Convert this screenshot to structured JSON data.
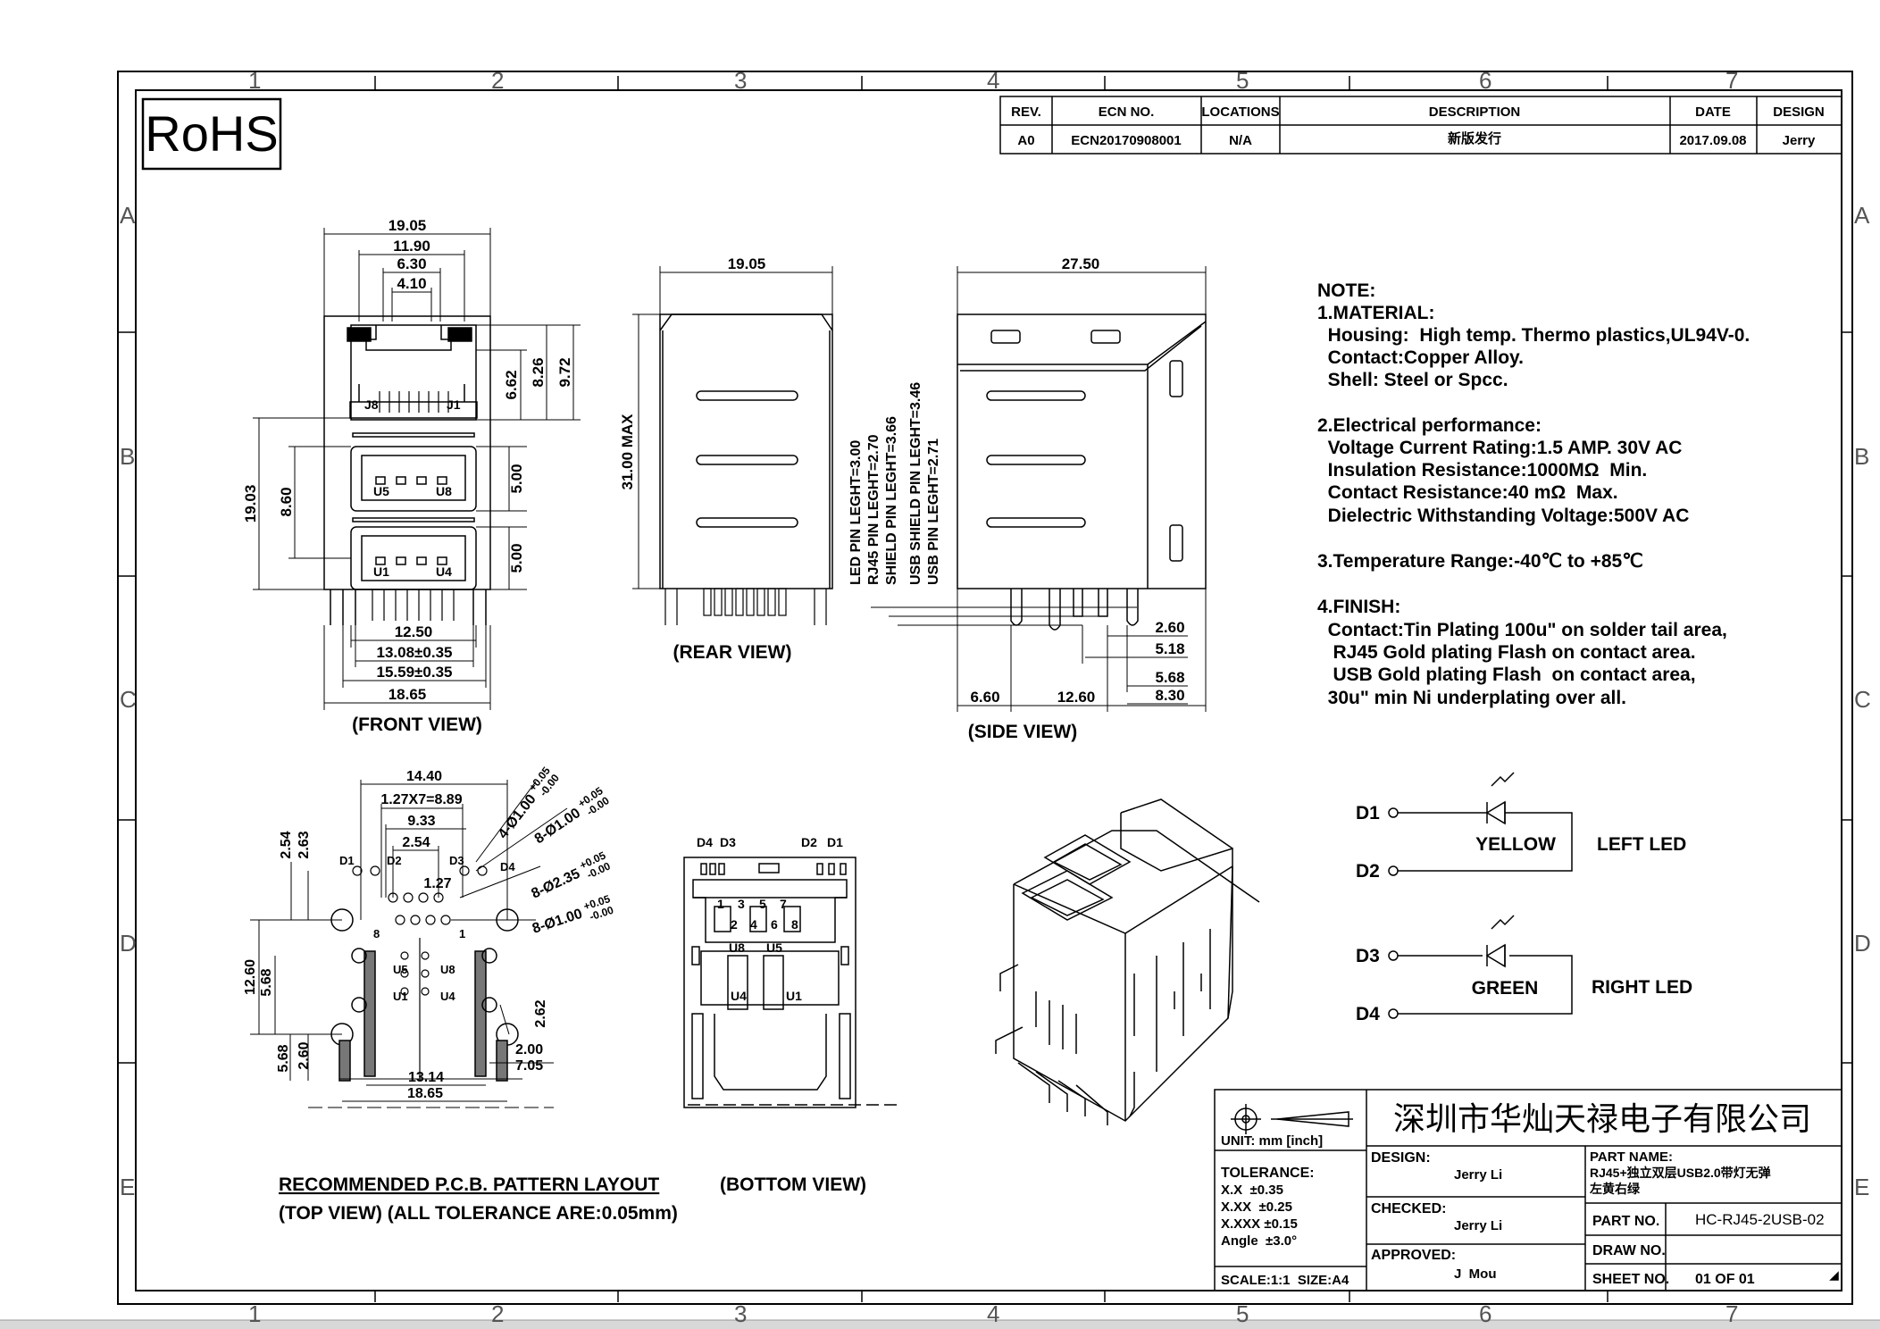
{
  "rohs": "RoHS",
  "zones": {
    "columns": [
      "1",
      "2",
      "3",
      "4",
      "5",
      "6",
      "7"
    ],
    "rows": [
      "A",
      "B",
      "C",
      "D",
      "E"
    ]
  },
  "revision_block": {
    "headers": {
      "rev": "REV.",
      "ecn": "ECN NO.",
      "locations": "LOCATIONS",
      "description": "DESCRIPTION",
      "date": "DATE",
      "design": "DESIGN"
    },
    "row": {
      "rev": "A0",
      "ecn": "ECN20170908001",
      "locations": "N/A",
      "description": "新版发行",
      "date": "2017.09.08",
      "design": "Jerry"
    }
  },
  "front_view": {
    "title": "(FRONT VIEW)",
    "dims": {
      "w1905": "19.05",
      "w1190": "11.90",
      "w630": "6.30",
      "w410": "4.10",
      "v662": "6.62",
      "v826": "8.26",
      "v972": "9.72",
      "v1903": "19.03",
      "v860": "8.60",
      "v500a": "5.00",
      "v500b": "5.00",
      "w1250": "12.50",
      "w1308": "13.08±0.35",
      "w1559": "15.59±0.35",
      "w1865": "18.65"
    },
    "labels": {
      "j8": "J8",
      "j1": "J1",
      "u5": "U5",
      "u8": "U8",
      "u1": "U1",
      "u4": "U4"
    }
  },
  "rear_view": {
    "title": "(REAR VIEW)",
    "dims": {
      "w1905": "19.05",
      "h3100": "31.00 MAX"
    }
  },
  "side_view": {
    "title": "(SIDE  VIEW)",
    "dims": {
      "w2750": "27.50",
      "d260": "2.60",
      "d518": "5.18",
      "d568": "5.68",
      "d830": "8.30",
      "d660": "6.60",
      "d1260": "12.60"
    },
    "pin_lengths": [
      "LED PIN LEGHT=3.00",
      "RJ45 PIN LEGHT=2.70",
      "SHIELD PIN LEGHT=3.66",
      "USB SHIELD PIN LEGHT=3.46",
      "USB PIN LEGHT=2.71"
    ]
  },
  "notes": {
    "title": "NOTE:",
    "lines": [
      "1.MATERIAL:",
      "  Housing:  High temp. Thermo plastics,UL94V-0.",
      "  Contact:Copper Alloy.",
      "  Shell: Steel or Spcc.",
      "",
      "2.Electrical performance:",
      "  Voltage Current Rating:1.5 AMP. 30V AC",
      "  Insulation Resistance:1000MΩ  Min.",
      "  Contact Resistance:40 mΩ  Max.",
      "  Dielectric Withstanding Voltage:500V AC",
      "",
      "3.Temperature Range:-40℃ to +85℃",
      "",
      "4.FINISH:",
      "  Contact:Tin Plating 100u\" on solder tail area,",
      "   RJ45 Gold plating Flash on contact area.",
      "   USB Gold plating Flash  on contact area,",
      "  30u\" min Ni underplating over all."
    ]
  },
  "led_diagram": {
    "d1": "D1",
    "d2": "D2",
    "d3": "D3",
    "d4": "D4",
    "yellow": "YELLOW",
    "green": "GREEN",
    "left_led": "LEFT LED",
    "right_led": "RIGHT LED"
  },
  "pcb_layout": {
    "title": "RECOMMENDED P.C.B. PATTERN LAYOUT",
    "subtitle": "(TOP VIEW) (ALL TOLERANCE ARE:0.05mm)",
    "dims": {
      "w1440": "14.40",
      "w127x7": "1.27X7=8.89",
      "w933": "9.33",
      "w254": "2.54",
      "w127": "1.27",
      "v254": "2.54",
      "v263": "2.63",
      "v1260": "12.60",
      "v568": "5.68",
      "v568b": "5.68",
      "v260": "2.60",
      "w1314": "13.14",
      "w1865": "18.65",
      "v262": "2.62",
      "v200": "2.00",
      "v705": "7.05"
    },
    "holes": {
      "h1": "4-Ø1.00",
      "h1t": "+0.05",
      "h1b": "-0.00",
      "h2": "8-Ø1.00",
      "h2t": "+0.05",
      "h2b": "-0.00",
      "h3": "8-Ø2.35",
      "h3t": "+0.05",
      "h3b": "-0.00",
      "h4": "8-Ø1.00",
      "h4t": "+0.05",
      "h4b": "-0.00"
    },
    "labels": {
      "d1": "D1",
      "d2": "D2",
      "d3": "D3",
      "d4": "D4",
      "p1": "1",
      "p8": "8",
      "u5": "U5",
      "u8": "U8",
      "u1": "U1",
      "u4": "U4"
    }
  },
  "bottom_view": {
    "title": "(BOTTOM  VIEW)",
    "labels": {
      "d4": "D4",
      "d3": "D3",
      "d2": "D2",
      "d1": "D1",
      "p1": "1",
      "p3": "3",
      "p5": "5",
      "p7": "7",
      "p2": "2",
      "p4": "4",
      "p6": "6",
      "p8": "8",
      "u8": "U8",
      "u5": "U5",
      "u4": "U4",
      "u1": "U1"
    }
  },
  "title_block": {
    "company": "深圳市华灿天禄电子有限公司",
    "unit": "UNIT: mm [inch]",
    "tolerance": [
      "TOLERANCE:",
      "X.X  ±0.35",
      "X.XX  ±0.25",
      "X.XXX ±0.15",
      "Angle  ±3.0°"
    ],
    "scale": "SCALE:1:1  SIZE:A4",
    "design_label": "DESIGN:",
    "design_name": "Jerry Li",
    "checked_label": "CHECKED:",
    "checked_name": "Jerry Li",
    "approved_label": "APPROVED:",
    "approved_name": "J  Mou",
    "part_name_label": "PART NAME:",
    "part_name_1": "RJ45+独立双层USB2.0带灯无弹",
    "part_name_2": "左黄右绿",
    "part_no_label": "PART NO.",
    "part_no": "HC-RJ45-2USB-02",
    "draw_no_label": "DRAW NO.",
    "draw_no": "",
    "sheet_no_label": "SHEET NO.",
    "sheet_no": "01 OF 01"
  }
}
